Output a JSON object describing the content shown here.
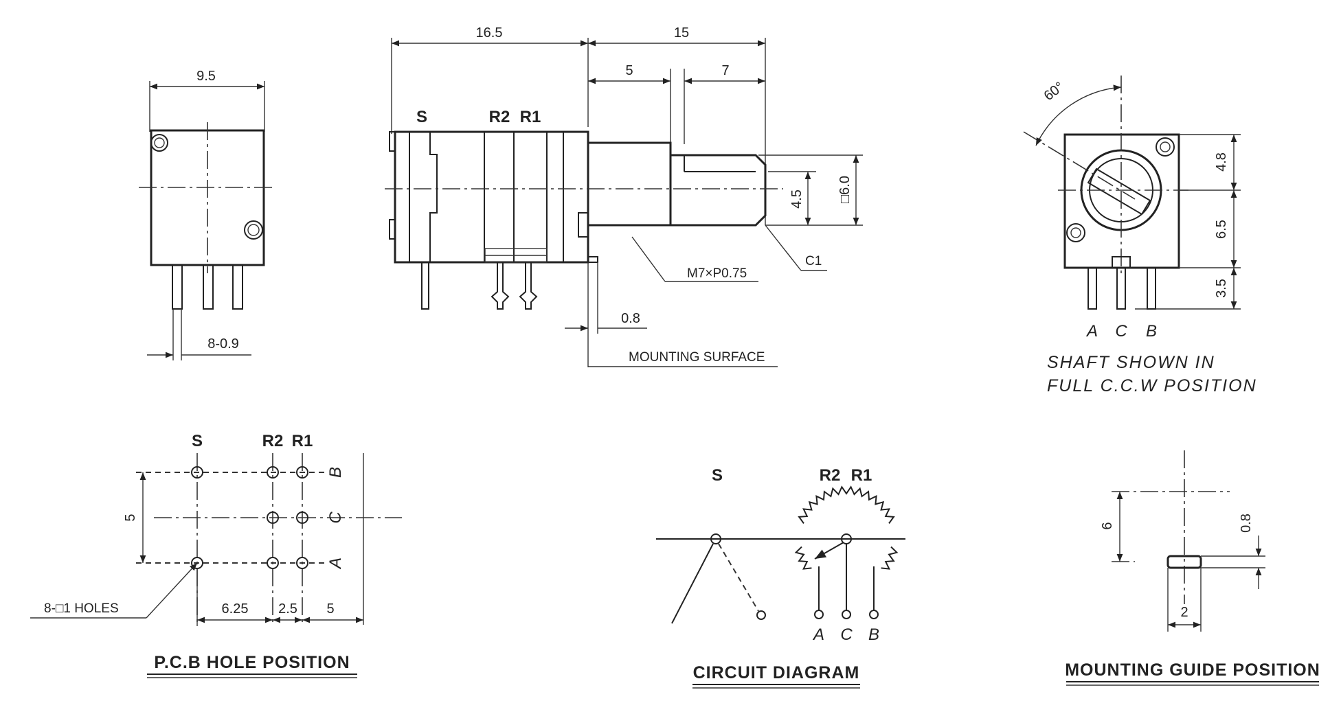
{
  "front_view": {
    "width_dim": "9.5",
    "pin_dim": "8-0.9"
  },
  "side_view": {
    "length_dim": "16.5",
    "shaft_dim": "15",
    "thread_dim": "5",
    "flat_dim": "7",
    "flat_height_dim": "4.5",
    "shaft_dia_dim": "□6.0",
    "thread_label": "M7×P0.75",
    "chamfer_label": "C1",
    "offset_dim": "0.8",
    "mounting_surface_label": "MOUNTING SURFACE",
    "label_s": "S",
    "label_r2": "R2",
    "label_r1": "R1"
  },
  "rear_view": {
    "angle_dim": "60°",
    "dim_top": "4.8",
    "dim_mid": "6.5",
    "dim_bot": "3.5",
    "pin_a": "A",
    "pin_c": "C",
    "pin_b": "B",
    "note_line1": "SHAFT SHOWN IN",
    "note_line2": "FULL C.C.W POSITION"
  },
  "pcb_hole": {
    "label_s": "S",
    "label_r2": "R2",
    "label_r1": "R1",
    "row_b": "B",
    "row_c": "C",
    "row_a": "A",
    "vert_dim": "5",
    "holes_label": "8-□1 HOLES",
    "dim_1": "6.25",
    "dim_2": "2.5",
    "dim_3": "5",
    "title": "P.C.B HOLE POSITION"
  },
  "circuit": {
    "label_s": "S",
    "label_r2": "R2",
    "label_r1": "R1",
    "pin_a": "A",
    "pin_c": "C",
    "pin_b": "B",
    "title": "CIRCUIT DIAGRAM"
  },
  "mounting_guide": {
    "dim_6": "6",
    "dim_08": "0.8",
    "dim_2": "2",
    "title": "MOUNTING GUIDE POSITION"
  }
}
